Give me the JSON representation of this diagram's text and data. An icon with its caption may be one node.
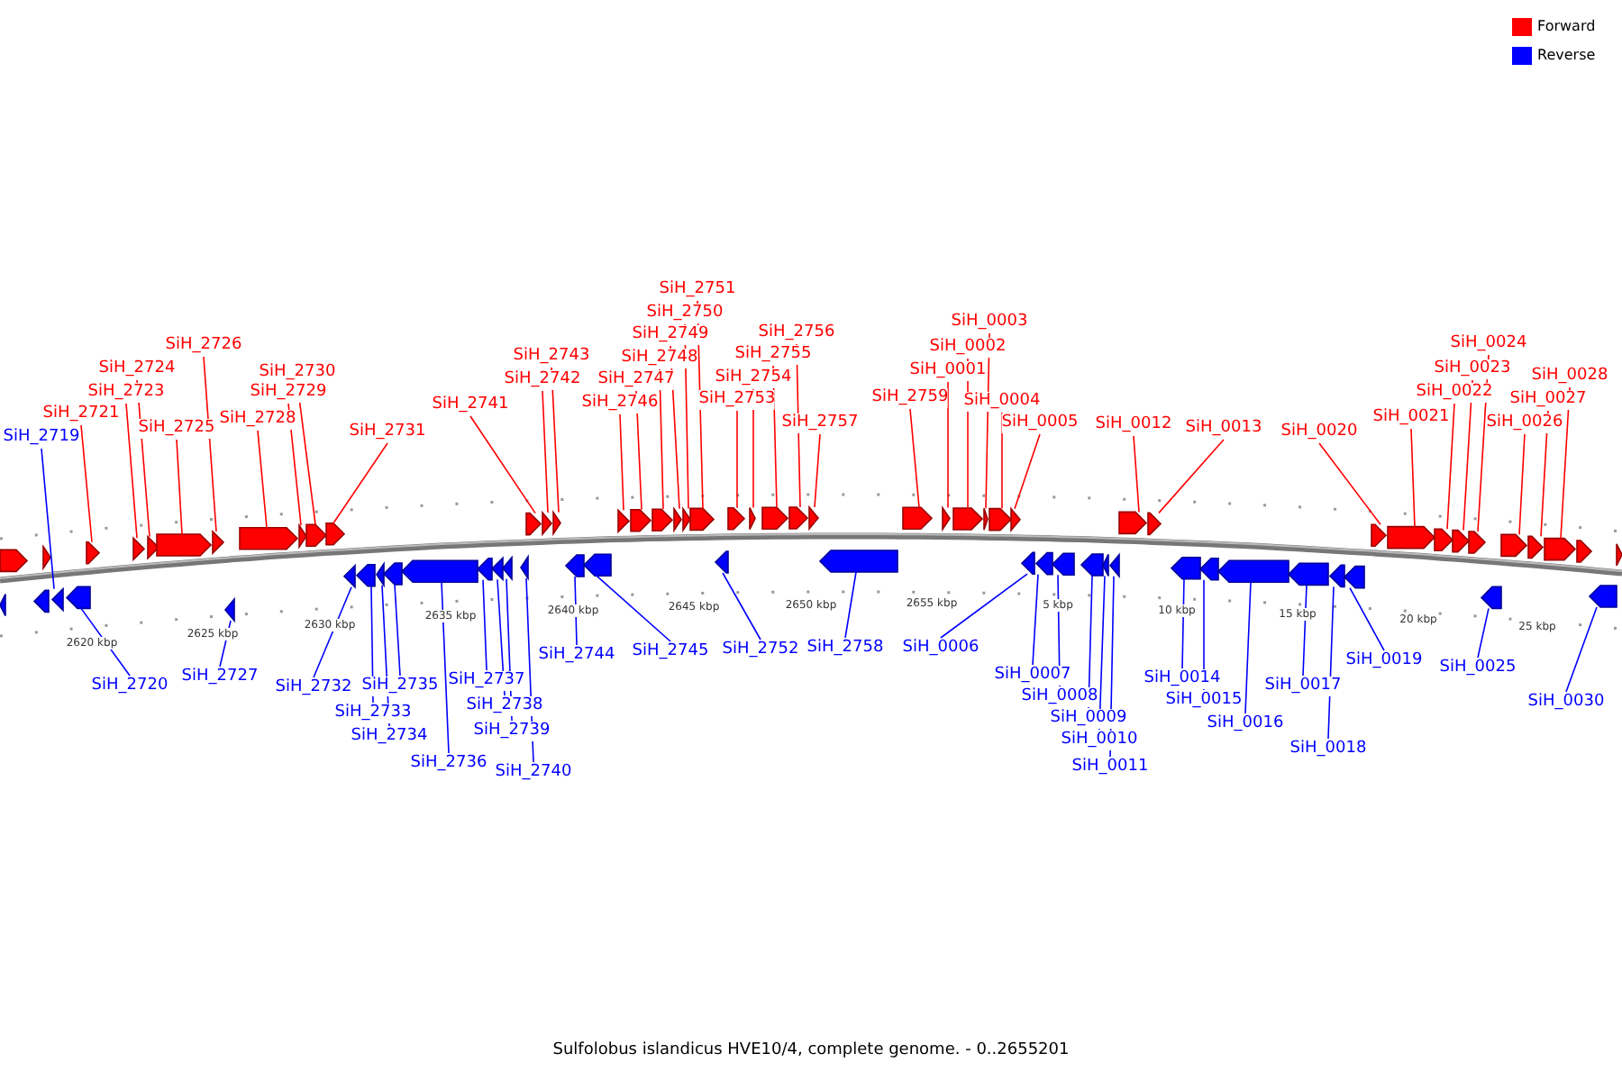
{
  "diagram": {
    "caption": "Sulfolobus islandicus HVE10/4, complete genome. - 0..2655201",
    "nodes": [
      {
        "text": [
          "SiH_2719"
        ]
      },
      {
        "text": [
          "SiH_2721"
        ]
      },
      {
        "text": [
          "SiH_2723"
        ]
      },
      {
        "text": [
          "SiH_2724"
        ]
      },
      {
        "text": [
          "SiH_2725"
        ]
      },
      {
        "text": [
          "SiH_2726"
        ]
      },
      {
        "text": [
          "SiH_2728"
        ]
      },
      {
        "text": [
          "SiH_2729"
        ]
      },
      {
        "text": [
          "SiH_2730"
        ]
      },
      {
        "text": [
          "SiH_2731"
        ]
      },
      {
        "text": [
          "SiH_2741"
        ]
      },
      {
        "text": [
          "SiH_2742"
        ]
      },
      {
        "text": [
          "SiH_2743"
        ]
      },
      {
        "text": [
          "SiH_2746"
        ]
      },
      {
        "text": [
          "SiH_2747"
        ]
      },
      {
        "text": [
          "SiH_2748"
        ]
      },
      {
        "text": [
          "SiH_2749"
        ]
      },
      {
        "text": [
          "SiH_2750"
        ]
      },
      {
        "text": [
          "SiH_2751"
        ]
      },
      {
        "text": [
          "SiH_2753"
        ]
      },
      {
        "text": [
          "SiH_2754"
        ]
      },
      {
        "text": [
          "SiH_2755"
        ]
      },
      {
        "text": [
          "SiH_2756"
        ]
      },
      {
        "text": [
          "SiH_2757"
        ]
      },
      {
        "text": [
          "SiH_2759"
        ]
      },
      {
        "text": [
          "SiH_0001"
        ]
      },
      {
        "text": [
          "SiH_0002"
        ]
      },
      {
        "text": [
          "SiH_0003"
        ]
      },
      {
        "text": [
          "SiH_0004"
        ]
      },
      {
        "text": [
          "SiH_0005"
        ]
      },
      {
        "text": [
          "SiH_0012"
        ]
      },
      {
        "text": [
          "SiH_0013"
        ]
      },
      {
        "text": [
          "SiH_0020"
        ]
      },
      {
        "text": [
          "SiH_0021"
        ]
      },
      {
        "text": [
          "SiH_0022"
        ]
      },
      {
        "text": [
          "SiH_0023"
        ]
      },
      {
        "text": [
          "SiH_0024"
        ]
      },
      {
        "text": [
          "SiH_0026"
        ]
      },
      {
        "text": [
          "SiH_0027"
        ]
      },
      {
        "text": [
          "SiH_0028"
        ]
      },
      {
        "text": [
          "SiH_2720"
        ]
      },
      {
        "text": [
          "SiH_2727"
        ]
      },
      {
        "text": [
          "SiH_2732"
        ]
      },
      {
        "text": [
          "SiH_2733"
        ]
      },
      {
        "text": [
          "SiH_2734"
        ]
      },
      {
        "text": [
          "SiH_2735"
        ]
      },
      {
        "text": [
          "SiH_2736"
        ]
      },
      {
        "text": [
          "SiH_2737"
        ]
      },
      {
        "text": [
          "SiH_2738"
        ]
      },
      {
        "text": [
          "SiH_2739"
        ]
      },
      {
        "text": [
          "SiH_2740"
        ]
      },
      {
        "text": [
          "SiH_2744"
        ]
      },
      {
        "text": [
          "SiH_2745"
        ]
      },
      {
        "text": [
          "SiH_2752"
        ]
      },
      {
        "text": [
          "SiH_2758"
        ]
      },
      {
        "text": [
          "SiH_0006"
        ]
      },
      {
        "text": [
          "SiH_0007"
        ]
      },
      {
        "text": [
          "SiH_0008"
        ]
      },
      {
        "text": [
          "SiH_0009"
        ]
      },
      {
        "text": [
          "SiH_0010"
        ]
      },
      {
        "text": [
          "SiH_0011"
        ]
      },
      {
        "text": [
          "SiH_0014"
        ]
      },
      {
        "text": [
          "SiH_0015"
        ]
      },
      {
        "text": [
          "SiH_0016"
        ]
      },
      {
        "text": [
          "SiH_0017"
        ]
      },
      {
        "text": [
          "SiH_0018"
        ]
      },
      {
        "text": [
          "SiH_0019"
        ]
      },
      {
        "text": [
          "SiH_0025"
        ]
      },
      {
        "text": [
          "SiH_0030"
        ]
      },
      {
        "text": [],
        "shape": "arrow"
      },
      {
        "text": [],
        "shape": "arrow"
      },
      {
        "text": [],
        "shape": "arrow"
      },
      {
        "text": [],
        "shape": "arrow"
      },
      {
        "text": [],
        "shape": "arrow"
      },
      {
        "text": [],
        "shape": "arrow"
      },
      {
        "text": [],
        "shape": "arrow"
      },
      {
        "text": [],
        "shape": "arrow"
      },
      {
        "text": [],
        "shape": "arrow"
      },
      {
        "text": [],
        "shape": "arrow"
      },
      {
        "text": [],
        "shape": "arrow"
      },
      {
        "text": [],
        "shape": "arrow"
      },
      {
        "text": [],
        "shape": "arrow"
      },
      {
        "text": [],
        "shape": "arrow"
      },
      {
        "text": [],
        "shape": "arrow"
      },
      {
        "text": [],
        "shape": "arrow"
      },
      {
        "text": [],
        "shape": "arrow"
      },
      {
        "text": [],
        "shape": "arrow"
      },
      {
        "text": [],
        "shape": "arrow"
      },
      {
        "text": [],
        "shape": "arrow"
      },
      {
        "text": [],
        "shape": "arrow"
      },
      {
        "text": [],
        "shape": "arrow"
      },
      {
        "text": [],
        "shape": "arrow"
      },
      {
        "text": [],
        "shape": "arrow"
      },
      {
        "text": [],
        "shape": "arrow"
      },
      {
        "text": [],
        "shape": "arrow"
      },
      {
        "text": [],
        "shape": "arrow"
      },
      {
        "text": [],
        "shape": "arrow"
      },
      {
        "text": [],
        "shape": "arrow"
      },
      {
        "text": [],
        "shape": "arrow"
      },
      {
        "text": [],
        "shape": "arrow"
      },
      {
        "text": [],
        "shape": "arrow"
      },
      {
        "text": [],
        "shape": "arrow"
      },
      {
        "text": [],
        "shape": "arrow"
      },
      {
        "text": [],
        "shape": "arrow"
      },
      {
        "text": [],
        "shape": "arrow"
      },
      {
        "text": [],
        "shape": "arrow"
      },
      {
        "text": [],
        "shape": "arrow"
      },
      {
        "text": [],
        "shape": "arrow"
      },
      {
        "text": [],
        "shape": "arrow"
      },
      {
        "text": [],
        "shape": "arrow"
      },
      {
        "text": [],
        "shape": "arrow"
      },
      {
        "text": [],
        "shape": "arrow"
      },
      {
        "text": [],
        "shape": "arrow"
      },
      {
        "text": [],
        "shape": "arrow"
      },
      {
        "text": [],
        "shape": "arrow"
      },
      {
        "text": [],
        "shape": "arrow"
      },
      {
        "text": [],
        "shape": "arrow"
      },
      {
        "text": [],
        "shape": "arrow"
      },
      {
        "text": [],
        "shape": "arrow"
      },
      {
        "text": [],
        "shape": "arrow"
      },
      {
        "text": [],
        "shape": "arrow"
      },
      {
        "text": [],
        "shape": "arrow"
      },
      {
        "text": [],
        "shape": "arrow"
      },
      {
        "text": [],
        "shape": "arrow"
      },
      {
        "text": [],
        "shape": "arrow"
      },
      {
        "text": [],
        "shape": "arrow"
      },
      {
        "text": [],
        "shape": "arrow"
      },
      {
        "text": [],
        "shape": "arrow"
      },
      {
        "text": [],
        "shape": "arrow"
      },
      {
        "text": [],
        "shape": "arrow"
      },
      {
        "text": [],
        "shape": "arrow"
      },
      {
        "text": [],
        "shape": "arrow"
      },
      {
        "text": [],
        "shape": "arrow"
      },
      {
        "text": [],
        "shape": "arrow"
      },
      {
        "text": [],
        "shape": "arrow"
      },
      {
        "text": [],
        "shape": "arrow"
      },
      {
        "text": [],
        "shape": "arrow"
      },
      {
        "text": [],
        "shape": "arrow"
      },
      {
        "text": [],
        "shape": "arrow"
      },
      {
        "text": [],
        "shape": "arrow"
      },
      {
        "text": [],
        "shape": "arrow"
      },
      {
        "text": [],
        "shape": "arrow"
      },
      {
        "text": [],
        "shape": "arrow"
      },
      {
        "text": [],
        "shape": "arrow"
      }
    ],
    "edges": [
      {
        "from": 0,
        "to": 69,
        "arrow": "none",
        "color": "#0000ff"
      },
      {
        "from": 1,
        "to": 70,
        "arrow": "none"
      },
      {
        "from": 2,
        "to": 71,
        "arrow": "none"
      },
      {
        "from": 3,
        "to": 72,
        "arrow": "none"
      },
      {
        "from": 4,
        "to": 73,
        "arrow": "none"
      },
      {
        "from": 5,
        "to": 74,
        "arrow": "none"
      },
      {
        "from": 6,
        "to": 75,
        "arrow": "none"
      },
      {
        "from": 7,
        "to": 76,
        "arrow": "none"
      },
      {
        "from": 8,
        "to": 77,
        "arrow": "none"
      },
      {
        "from": 9,
        "to": 78,
        "arrow": "none"
      },
      {
        "from": 10,
        "to": 79,
        "arrow": "none"
      },
      {
        "from": 11,
        "to": 80,
        "arrow": "none"
      },
      {
        "from": 12,
        "to": 81,
        "arrow": "none"
      },
      {
        "from": 13,
        "to": 82,
        "arrow": "none"
      },
      {
        "from": 14,
        "to": 83,
        "arrow": "none"
      },
      {
        "from": 15,
        "to": 84,
        "arrow": "none"
      },
      {
        "from": 16,
        "to": 85,
        "arrow": "none"
      },
      {
        "from": 17,
        "to": 86,
        "arrow": "none"
      },
      {
        "from": 18,
        "to": 87,
        "arrow": "none"
      },
      {
        "from": 19,
        "to": 88,
        "arrow": "none"
      },
      {
        "from": 20,
        "to": 89,
        "arrow": "none"
      },
      {
        "from": 21,
        "to": 90,
        "arrow": "none"
      },
      {
        "from": 22,
        "to": 91,
        "arrow": "none"
      },
      {
        "from": 23,
        "to": 92,
        "arrow": "none"
      },
      {
        "from": 24,
        "to": 93,
        "arrow": "none"
      },
      {
        "from": 25,
        "to": 94,
        "arrow": "none"
      },
      {
        "from": 26,
        "to": 95,
        "arrow": "none"
      },
      {
        "from": 27,
        "to": 96,
        "arrow": "none"
      },
      {
        "from": 28,
        "to": 97,
        "arrow": "none"
      },
      {
        "from": 29,
        "to": 98,
        "arrow": "none"
      },
      {
        "from": 30,
        "to": 99,
        "arrow": "none"
      },
      {
        "from": 31,
        "to": 100,
        "arrow": "none"
      },
      {
        "from": 32,
        "to": 101,
        "arrow": "none"
      },
      {
        "from": 33,
        "to": 102,
        "arrow": "none"
      },
      {
        "from": 34,
        "to": 103,
        "arrow": "none"
      },
      {
        "from": 35,
        "to": 104,
        "arrow": "none"
      },
      {
        "from": 36,
        "to": 105,
        "arrow": "none"
      },
      {
        "from": 37,
        "to": 106,
        "arrow": "none"
      },
      {
        "from": 38,
        "to": 107,
        "arrow": "none"
      },
      {
        "from": 39,
        "to": 108,
        "arrow": "none"
      },
      {
        "from": 40,
        "to": 109,
        "arrow": "none",
        "color": "#0000ff"
      },
      {
        "from": 41,
        "to": 110,
        "arrow": "none",
        "color": "#0000ff"
      },
      {
        "from": 42,
        "to": 111,
        "arrow": "none",
        "color": "#0000ff"
      },
      {
        "from": 43,
        "to": 112,
        "arrow": "none",
        "color": "#0000ff"
      },
      {
        "from": 44,
        "to": 113,
        "arrow": "none",
        "color": "#0000ff"
      },
      {
        "from": 45,
        "to": 114,
        "arrow": "none",
        "color": "#0000ff"
      },
      {
        "from": 46,
        "to": 115,
        "arrow": "none",
        "color": "#0000ff"
      },
      {
        "from": 47,
        "to": 116,
        "arrow": "none",
        "color": "#0000ff"
      },
      {
        "from": 48,
        "to": 117,
        "arrow": "none",
        "color": "#0000ff"
      },
      {
        "from": 49,
        "to": 118,
        "arrow": "none",
        "color": "#0000ff"
      },
      {
        "from": 50,
        "to": 119,
        "arrow": "none",
        "color": "#0000ff"
      },
      {
        "from": 51,
        "to": 120,
        "arrow": "none",
        "color": "#0000ff"
      },
      {
        "from": 52,
        "to": 121,
        "arrow": "none",
        "color": "#0000ff"
      },
      {
        "from": 53,
        "to": 122,
        "arrow": "none",
        "color": "#0000ff"
      },
      {
        "from": 54,
        "to": 123,
        "arrow": "none",
        "color": "#0000ff"
      },
      {
        "from": 55,
        "to": 124,
        "arrow": "none",
        "color": "#0000ff"
      },
      {
        "from": 56,
        "to": 125,
        "arrow": "none",
        "color": "#0000ff"
      },
      {
        "from": 57,
        "to": 126,
        "arrow": "none",
        "color": "#0000ff"
      },
      {
        "from": 58,
        "to": 127,
        "arrow": "none",
        "color": "#0000ff"
      },
      {
        "from": 59,
        "to": 128,
        "arrow": "none",
        "color": "#0000ff"
      },
      {
        "from": 60,
        "to": 129,
        "arrow": "none",
        "color": "#0000ff"
      },
      {
        "from": 61,
        "to": 130,
        "arrow": "none",
        "color": "#0000ff"
      },
      {
        "from": 62,
        "to": 131,
        "arrow": "none",
        "color": "#0000ff"
      },
      {
        "from": 63,
        "to": 132,
        "arrow": "none",
        "color": "#0000ff"
      },
      {
        "from": 64,
        "to": 133,
        "arrow": "none",
        "color": "#0000ff"
      },
      {
        "from": 65,
        "to": 134,
        "arrow": "none",
        "color": "#0000ff"
      },
      {
        "from": 66,
        "to": 135,
        "arrow": "none",
        "color": "#0000ff"
      },
      {
        "from": 67,
        "to": 136,
        "arrow": "none",
        "color": "#0000ff"
      },
      {
        "from": 68,
        "to": 137,
        "arrow": "none",
        "color": "#0000ff"
      }
    ],
    "labels": [
      "2620 kbp",
      "2625 kbp",
      "2630 kbp",
      "2635 kbp",
      "2640 kbp",
      "2645 kbp",
      "2650 kbp",
      "2655 kbp",
      "5 kbp",
      "10 kbp",
      "15 kbp",
      "20 kbp",
      "25 kbp"
    ],
    "legend": [
      {
        "text": "Forward",
        "color": "#ff0000"
      },
      {
        "text": "Reverse",
        "color": "#0000ff"
      }
    ]
  }
}
